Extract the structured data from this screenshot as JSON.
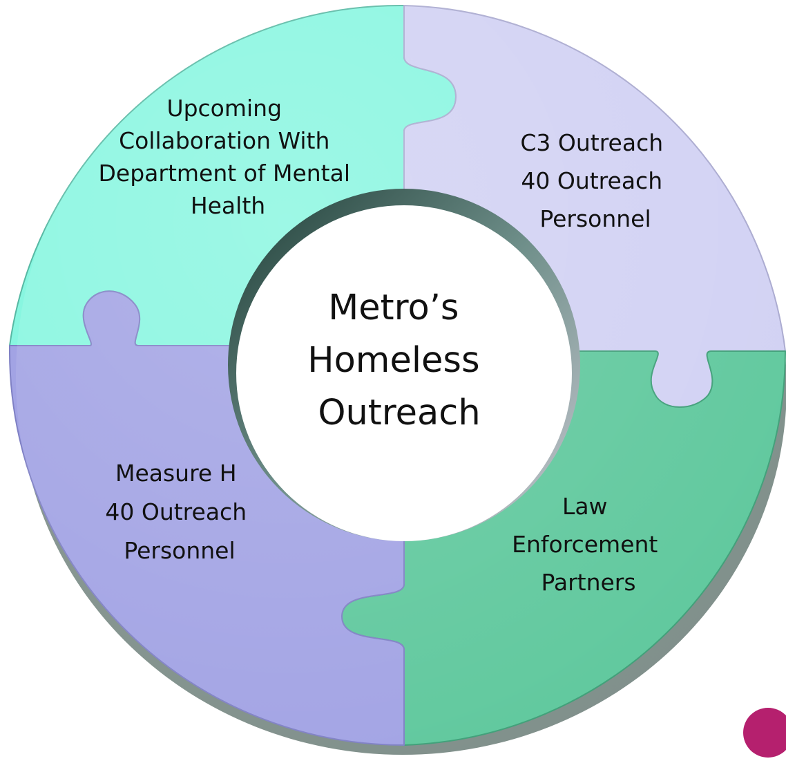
{
  "diagram": {
    "center": {
      "lines": [
        "Metro’s",
        "Homeless",
        "Outreach"
      ]
    },
    "pieces": {
      "top_left": {
        "lines": [
          "Upcoming",
          "Collaboration With",
          "Department of Mental",
          "Health"
        ],
        "color": "#88F6E0"
      },
      "top_right": {
        "lines": [
          "C3 Outreach",
          "40 Outreach",
          "Personnel"
        ],
        "color": "#D1D1F3"
      },
      "bottom_left": {
        "lines": [
          "Measure H",
          "40 Outreach",
          "Personnel"
        ],
        "color": "#A2A3E4"
      },
      "bottom_right": {
        "lines": [
          "Law",
          "Enforcement",
          "Partners"
        ],
        "color": "#5FC89D"
      }
    },
    "pin": {
      "icon": "pushpin-icon",
      "color": "#B5206E"
    }
  }
}
